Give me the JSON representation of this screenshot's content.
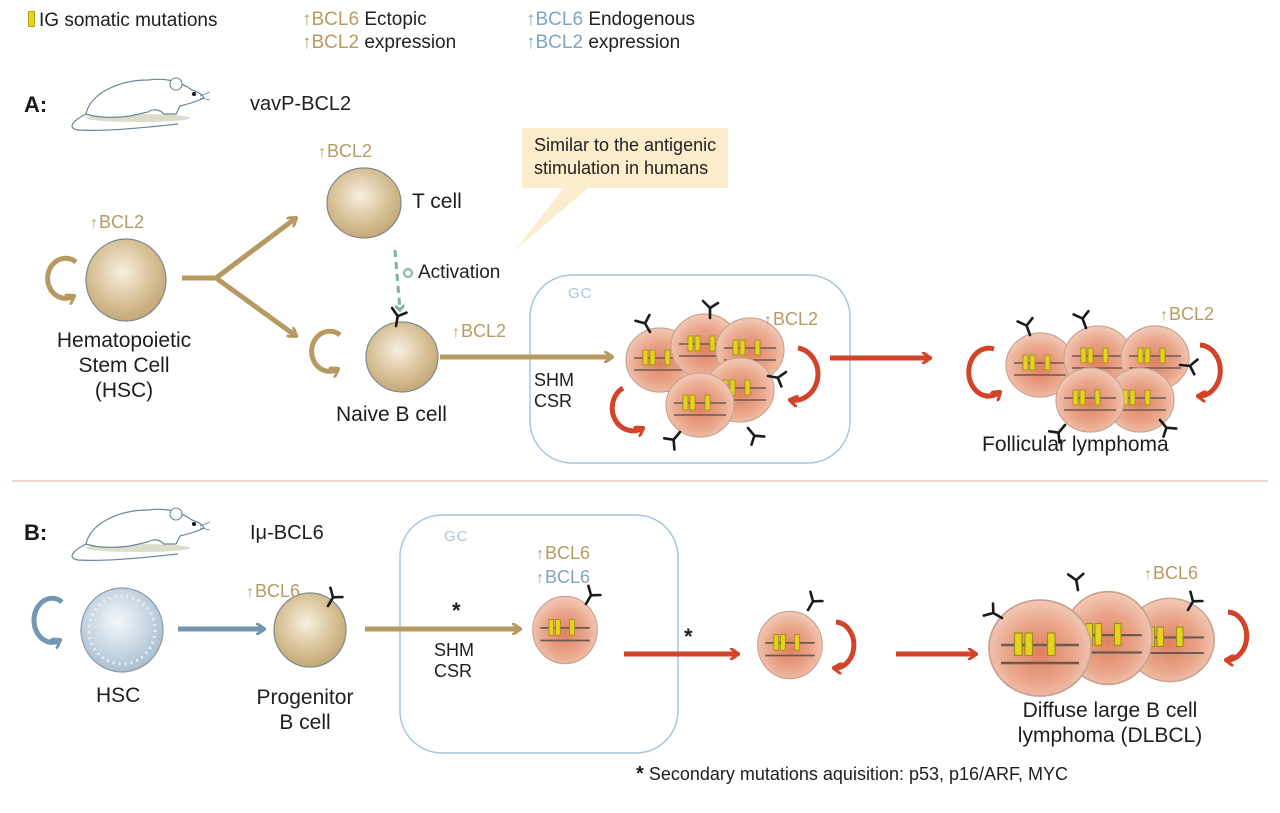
{
  "legend": {
    "mutations_label": "IG somatic mutations",
    "ectopic": {
      "gene1": "BCL6",
      "gene2": "BCL2",
      "word1": "Ectopic",
      "word2": "expression"
    },
    "endogenous": {
      "gene1": "BCL6",
      "gene2": "BCL2",
      "word1": "Endogenous",
      "word2": "expression"
    }
  },
  "panel_a": {
    "label": "A:",
    "strain": "vavP-BCL2",
    "callout": {
      "line1": "Similar to the antigenic",
      "line2": "stimulation in humans"
    },
    "hsc": {
      "gene": "BCL2",
      "name_line1": "Hematopoietic",
      "name_line2": "Stem Cell",
      "name_line3": "(HSC)"
    },
    "tcell": {
      "gene": "BCL2",
      "name": "T cell"
    },
    "activation": "Activation",
    "naive_b": {
      "gene": "BCL2",
      "name": "Naive B cell"
    },
    "gc": {
      "label": "GC",
      "process1": "SHM",
      "process2": "CSR",
      "gene": "BCL2"
    },
    "fl": {
      "gene": "BCL2",
      "name": "Follicular lymphoma"
    }
  },
  "panel_b": {
    "label": "B:",
    "strain": "Iμ-BCL6",
    "hsc": {
      "name": "HSC"
    },
    "progenitor": {
      "gene": "BCL6",
      "name_line1": "Progenitor",
      "name_line2": "B cell"
    },
    "gc": {
      "label": "GC",
      "asterisk": "*",
      "process1": "SHM",
      "process2": "CSR",
      "gene_ectopic": "BCL6",
      "gene_endogenous": "BCL6"
    },
    "transition_asterisk": "*",
    "dlbcl": {
      "gene": "BCL6",
      "name_line1": "Diffuse large B cell",
      "name_line2": "lymphoma (DLBCL)"
    }
  },
  "footnote": {
    "symbol": "*",
    "text": "Secondary mutations aquisition: p53, p16/ARF, MYC"
  },
  "colors": {
    "ectopic": "#b79a62",
    "endogenous": "#7ea4c0",
    "malignant": "#d2432a",
    "activation": "#7fb39a",
    "gc_border": "#a9c6dc",
    "callout": "#fbeccb",
    "mutation": "#e6d31d"
  }
}
